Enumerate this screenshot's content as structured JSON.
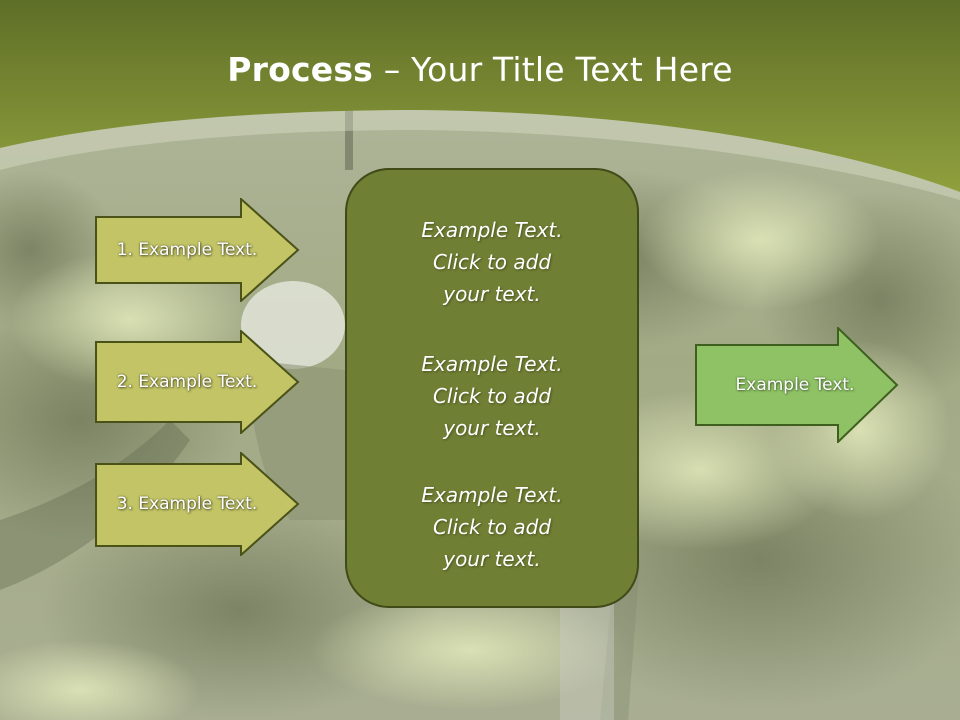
{
  "title": {
    "bold": "Process",
    "rest": " – Your Title Text Here"
  },
  "left_arrows": [
    {
      "label": "1. Example Text."
    },
    {
      "label": "2. Example Text."
    },
    {
      "label": "3. Example Text."
    }
  ],
  "center_box": {
    "items": [
      {
        "line1": "Example Text.",
        "line2": "Click  to add",
        "line3": "your text."
      },
      {
        "line1": "Example Text.",
        "line2": "Click  to add",
        "line3": "your text."
      },
      {
        "line1": "Example Text.",
        "line2": "Click  to add",
        "line3": "your text."
      }
    ]
  },
  "right_arrow": {
    "label": "Example Text."
  },
  "colors": {
    "header_green_dark": "#5e6f27",
    "header_green_light": "#90a03e",
    "left_arrow_fill": "#c2c466",
    "center_box_fill": "#6f7f33",
    "right_arrow_fill": "#8ec264"
  }
}
